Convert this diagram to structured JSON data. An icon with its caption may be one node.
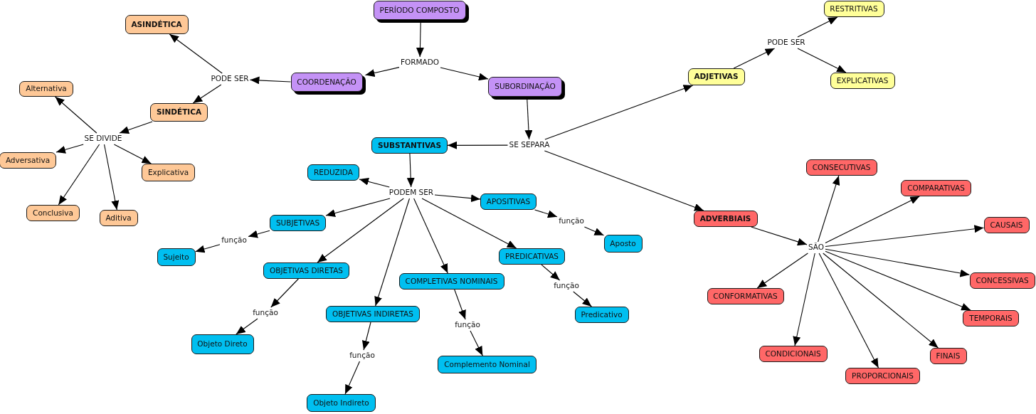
{
  "diagram": {
    "nodes": [
      {
        "text": [
          "PERÍODO COMPOSTO"
        ]
      },
      {
        "text": [
          "FORMADO"
        ]
      },
      {
        "text": [
          "COORDENAÇÃO"
        ]
      },
      {
        "text": [
          "SUBORDINAÇÃO"
        ]
      },
      {
        "text": [
          "PODE SER"
        ]
      },
      {
        "text": [
          "ASINDÉTICA"
        ]
      },
      {
        "text": [
          "SINDÉTICA"
        ]
      },
      {
        "text": [
          "SE DIVIDE"
        ]
      },
      {
        "text": [
          "Alternativa"
        ]
      },
      {
        "text": [
          "Adversativa"
        ]
      },
      {
        "text": [
          "Explicativa"
        ]
      },
      {
        "text": [
          "Conclusiva"
        ]
      },
      {
        "text": [
          "Aditiva"
        ]
      },
      {
        "text": [
          "SE SEPARA"
        ]
      },
      {
        "text": [
          "SUBSTANTIVAS"
        ]
      },
      {
        "text": [
          "ADJETIVAS"
        ]
      },
      {
        "text": [
          "PODE SER"
        ]
      },
      {
        "text": [
          "RESTRITIVAS"
        ]
      },
      {
        "text": [
          "EXPLICATIVAS"
        ]
      },
      {
        "text": [
          "ADVERBIAIS"
        ]
      },
      {
        "text": [
          "SÃO"
        ]
      },
      {
        "text": [
          "CONSECUTIVAS"
        ]
      },
      {
        "text": [
          "COMPARATIVAS"
        ]
      },
      {
        "text": [
          "CAUSAIS"
        ]
      },
      {
        "text": [
          "CONCESSIVAS"
        ]
      },
      {
        "text": [
          "TEMPORAIS"
        ]
      },
      {
        "text": [
          "FINAIS"
        ]
      },
      {
        "text": [
          "PROPORCIONAIS"
        ]
      },
      {
        "text": [
          "CONDICIONAIS"
        ]
      },
      {
        "text": [
          "CONFORMATIVAS"
        ]
      },
      {
        "text": [
          "PODEM SER"
        ]
      },
      {
        "text": [
          "REDUZIDA"
        ]
      },
      {
        "text": [
          "APOSITIVAS"
        ]
      },
      {
        "text": [
          "função"
        ]
      },
      {
        "text": [
          "Aposto"
        ]
      },
      {
        "text": [
          "SUBJETIVAS"
        ]
      },
      {
        "text": [
          "função"
        ]
      },
      {
        "text": [
          "Sujeito"
        ]
      },
      {
        "text": [
          "OBJETIVAS DIRETAS"
        ]
      },
      {
        "text": [
          "função"
        ]
      },
      {
        "text": [
          "Objeto Direto"
        ]
      },
      {
        "text": [
          "OBJETIVAS INDIRETAS"
        ]
      },
      {
        "text": [
          "função"
        ]
      },
      {
        "text": [
          "Objeto Indireto"
        ]
      },
      {
        "text": [
          "COMPLETIVAS NOMINAIS"
        ]
      },
      {
        "text": [
          "função"
        ]
      },
      {
        "text": [
          "Complemento Nominal"
        ]
      },
      {
        "text": [
          "PREDICATIVAS"
        ]
      },
      {
        "text": [
          "função"
        ]
      },
      {
        "text": [
          "Predicativo"
        ]
      }
    ],
    "edges": [
      {
        "from": 0,
        "to": 1,
        "arrow": "to"
      },
      {
        "from": 1,
        "to": 2,
        "arrow": "to"
      },
      {
        "from": 1,
        "to": 3,
        "arrow": "to"
      },
      {
        "from": 2,
        "to": 4,
        "arrow": "to"
      },
      {
        "from": 4,
        "to": 5,
        "arrow": "to"
      },
      {
        "from": 4,
        "to": 6,
        "arrow": "to"
      },
      {
        "from": 6,
        "to": 7,
        "arrow": "to"
      },
      {
        "from": 7,
        "to": 8,
        "arrow": "to"
      },
      {
        "from": 7,
        "to": 9,
        "arrow": "to"
      },
      {
        "from": 7,
        "to": 10,
        "arrow": "to"
      },
      {
        "from": 7,
        "to": 11,
        "arrow": "to"
      },
      {
        "from": 7,
        "to": 12,
        "arrow": "to"
      },
      {
        "from": 3,
        "to": 13,
        "arrow": "to"
      },
      {
        "from": 13,
        "to": 14,
        "arrow": "to"
      },
      {
        "from": 13,
        "to": 15,
        "arrow": "to"
      },
      {
        "from": 13,
        "to": 19,
        "arrow": "to"
      },
      {
        "from": 15,
        "to": 16,
        "arrow": "to"
      },
      {
        "from": 16,
        "to": 17,
        "arrow": "to"
      },
      {
        "from": 16,
        "to": 18,
        "arrow": "to"
      },
      {
        "from": 19,
        "to": 20,
        "arrow": "to"
      },
      {
        "from": 20,
        "to": 21,
        "arrow": "to"
      },
      {
        "from": 20,
        "to": 22,
        "arrow": "to"
      },
      {
        "from": 20,
        "to": 23,
        "arrow": "to"
      },
      {
        "from": 20,
        "to": 24,
        "arrow": "to"
      },
      {
        "from": 20,
        "to": 25,
        "arrow": "to"
      },
      {
        "from": 20,
        "to": 26,
        "arrow": "to"
      },
      {
        "from": 20,
        "to": 27,
        "arrow": "to"
      },
      {
        "from": 20,
        "to": 28,
        "arrow": "to"
      },
      {
        "from": 20,
        "to": 29,
        "arrow": "to"
      },
      {
        "from": 14,
        "to": 30,
        "arrow": "to"
      },
      {
        "from": 30,
        "to": 31,
        "arrow": "to"
      },
      {
        "from": 30,
        "to": 32,
        "arrow": "to"
      },
      {
        "from": 30,
        "to": 35,
        "arrow": "to"
      },
      {
        "from": 30,
        "to": 38,
        "arrow": "to"
      },
      {
        "from": 30,
        "to": 41,
        "arrow": "to"
      },
      {
        "from": 30,
        "to": 44,
        "arrow": "to"
      },
      {
        "from": 30,
        "to": 47,
        "arrow": "to"
      },
      {
        "from": 32,
        "to": 33,
        "arrow": "to"
      },
      {
        "from": 33,
        "to": 34,
        "arrow": "to"
      },
      {
        "from": 35,
        "to": 36,
        "arrow": "to"
      },
      {
        "from": 36,
        "to": 37,
        "arrow": "to"
      },
      {
        "from": 38,
        "to": 39,
        "arrow": "to"
      },
      {
        "from": 39,
        "to": 40,
        "arrow": "to"
      },
      {
        "from": 41,
        "to": 42,
        "arrow": "to"
      },
      {
        "from": 42,
        "to": 43,
        "arrow": "to"
      },
      {
        "from": 44,
        "to": 45,
        "arrow": "to"
      },
      {
        "from": 45,
        "to": 46,
        "arrow": "to"
      },
      {
        "from": 47,
        "to": 48,
        "arrow": "to"
      },
      {
        "from": 48,
        "to": 49,
        "arrow": "to"
      }
    ]
  }
}
